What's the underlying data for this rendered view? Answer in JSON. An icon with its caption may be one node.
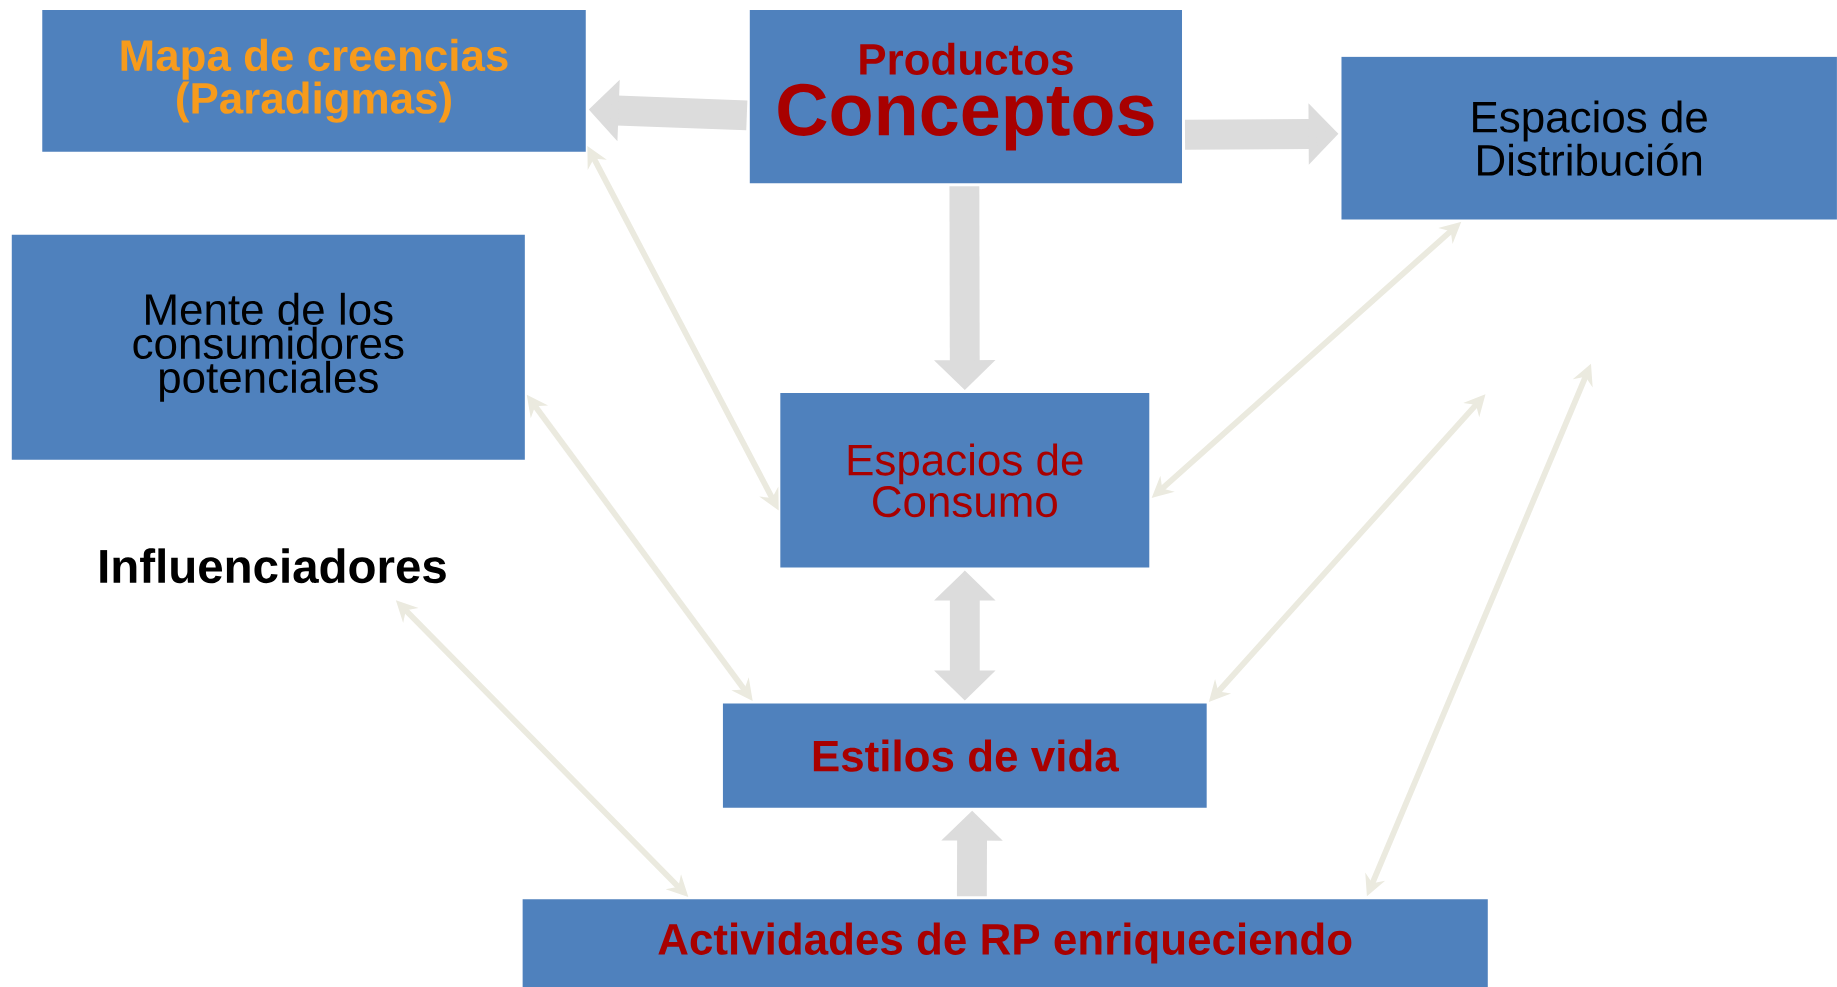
{
  "diagram": {
    "nodes": [
      {
        "text": [
          "Mapa de creencias (Paradigmas)"
        ]
      },
      {
        "text": [
          "Productos",
          "Conceptos"
        ]
      },
      {
        "text": [
          "Espacios de Distribución"
        ]
      },
      {
        "text": [
          "Mente de los consumidores potenciales"
        ]
      },
      {
        "text": [
          "Espacios de Consumo"
        ]
      },
      {
        "text": [
          "Influenciadores"
        ]
      },
      {
        "text": [
          "Estilos de vida"
        ]
      },
      {
        "text": [
          "Actividades de RP enriqueciendo"
        ]
      }
    ],
    "edges": [
      {
        "from": 1,
        "to": 0,
        "arrow": "to",
        "style": "thick",
        "color": "#dcdcdc"
      },
      {
        "from": 1,
        "to": 2,
        "arrow": "to",
        "style": "thick",
        "color": "#dcdcdc"
      },
      {
        "from": 1,
        "to": 4,
        "arrow": "to",
        "style": "thick",
        "color": "#dcdcdc"
      },
      {
        "from": 4,
        "to": 6,
        "arrow": "both",
        "style": "thick",
        "color": "#dcdcdc"
      },
      {
        "from": 7,
        "to": 6,
        "arrow": "to",
        "style": "thick",
        "color": "#dcdcdc"
      },
      {
        "from": 0,
        "to": 4,
        "arrow": "both"
      },
      {
        "from": 2,
        "to": 4,
        "arrow": "both"
      },
      {
        "from": 3,
        "to": 6,
        "arrow": "both"
      },
      {
        "from": 5,
        "to": 7,
        "arrow": "both"
      },
      {
        "from": null,
        "to": 6,
        "arrow": "both"
      },
      {
        "from": null,
        "to": 7,
        "arrow": "both"
      }
    ]
  }
}
